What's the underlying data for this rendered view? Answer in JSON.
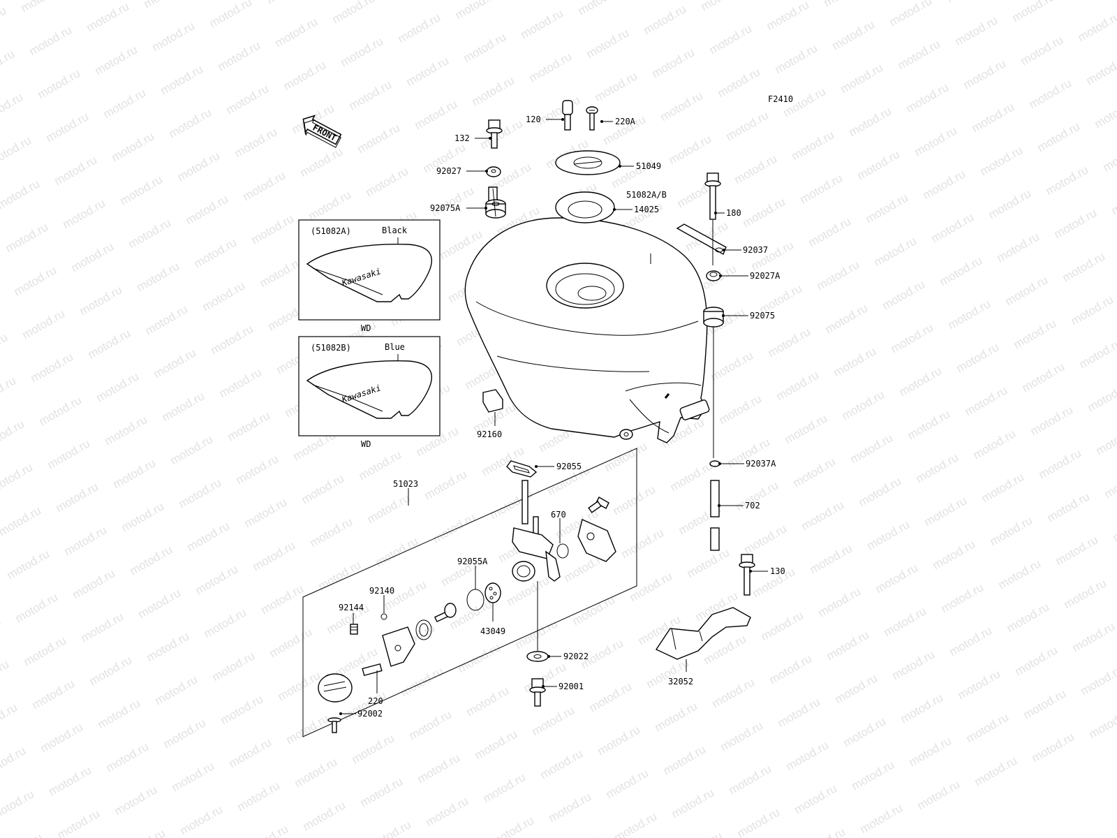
{
  "diagram": {
    "figure_code": "F2410",
    "front_arrow_label": "FRONT",
    "watermark_text": "motod.ru",
    "inset_a": {
      "code": "(51082A)",
      "color": "Black",
      "brand": "Kawasaki",
      "note": "WD"
    },
    "inset_b": {
      "code": "(51082B)",
      "color": "Blue",
      "brand": "Kawasaki",
      "note": "WD"
    },
    "parts": [
      {
        "id": "p120",
        "label": "120"
      },
      {
        "id": "p220A",
        "label": "220A"
      },
      {
        "id": "p132",
        "label": "132"
      },
      {
        "id": "p51049",
        "label": "51049"
      },
      {
        "id": "p92027",
        "label": "92027"
      },
      {
        "id": "p92075A",
        "label": "92075A"
      },
      {
        "id": "p14025",
        "label": "14025"
      },
      {
        "id": "p180",
        "label": "180"
      },
      {
        "id": "p92037",
        "label": "92037"
      },
      {
        "id": "p51082AB",
        "label": "51082A/B"
      },
      {
        "id": "p92027A",
        "label": "92027A"
      },
      {
        "id": "p92075",
        "label": "92075"
      },
      {
        "id": "p92160",
        "label": "92160"
      },
      {
        "id": "p92037A",
        "label": "92037A"
      },
      {
        "id": "p92055",
        "label": "92055"
      },
      {
        "id": "p51023",
        "label": "51023"
      },
      {
        "id": "p670",
        "label": "670"
      },
      {
        "id": "p702",
        "label": "702"
      },
      {
        "id": "p92055A",
        "label": "92055A"
      },
      {
        "id": "p92140",
        "label": "92140"
      },
      {
        "id": "p92144",
        "label": "92144"
      },
      {
        "id": "p43049",
        "label": "43049"
      },
      {
        "id": "p130",
        "label": "130"
      },
      {
        "id": "p92022",
        "label": "92022"
      },
      {
        "id": "p220",
        "label": "220"
      },
      {
        "id": "p92001",
        "label": "92001"
      },
      {
        "id": "p32052",
        "label": "32052"
      },
      {
        "id": "p92002",
        "label": "92002"
      }
    ]
  }
}
